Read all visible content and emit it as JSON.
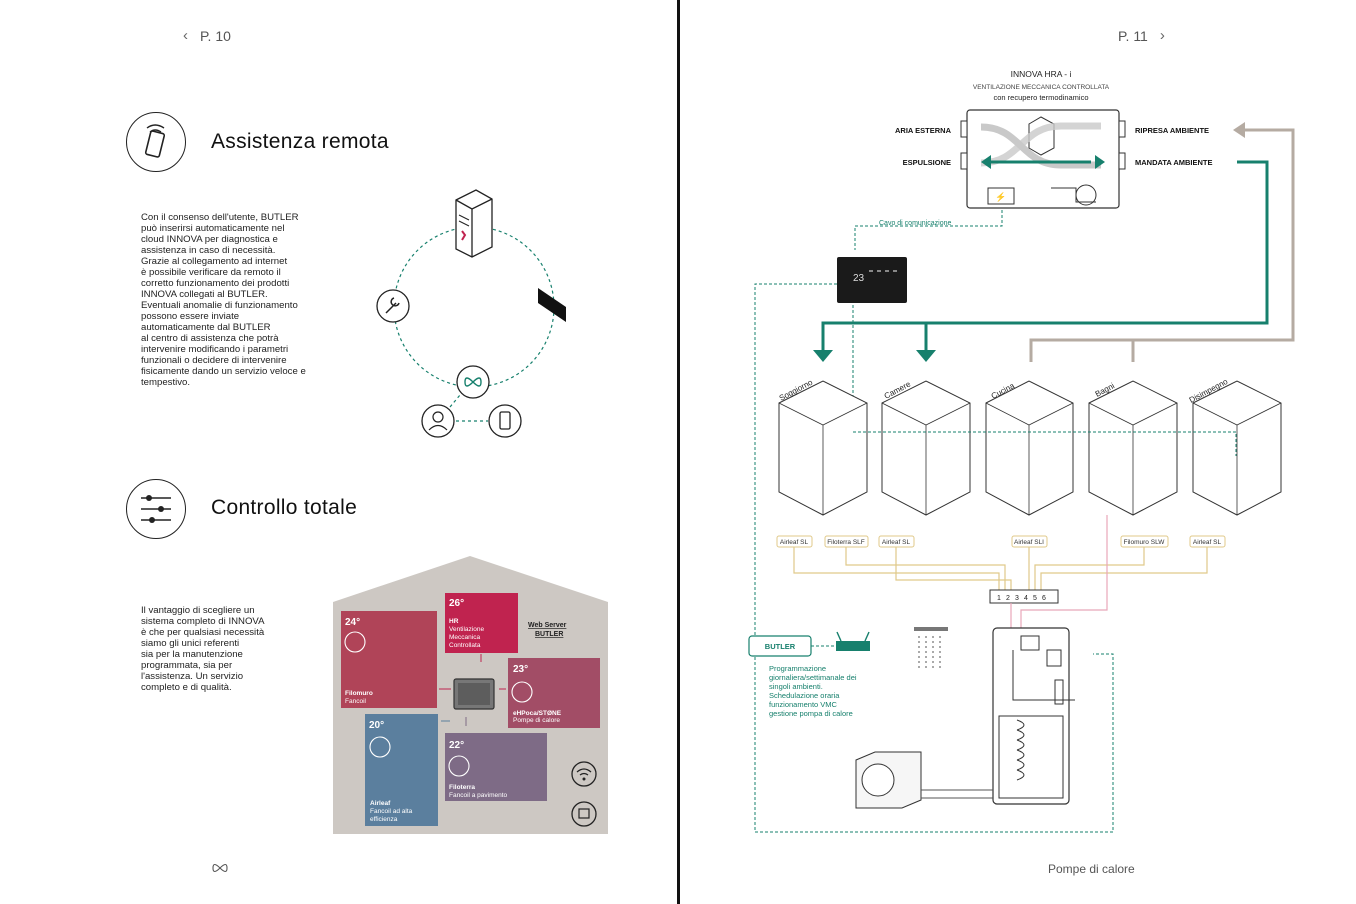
{
  "left": {
    "nav": {
      "prev_icon": "chevron-left-icon",
      "page_label": "P. 10"
    },
    "sections": [
      {
        "title": "Assistenza remota",
        "icon": "phone-signal-icon",
        "body": "Con il consenso dell'utente, BUTLER\npuò inserirsi automaticamente nel\ncloud INNOVA per diagnostica e\nassistenza in caso di necessità.\nGrazie al collegamento ad internet\nè possibile verificare da remoto il\ncorretto funzionamento dei prodotti\nINNOVA collegati al BUTLER.\nEventuali anomalie di funzionamento\npossono essere inviate\nautomaticamente dal BUTLER\nal centro di assistenza che potrà\nintervenire modificando i parametri\nfunzionali o decidere di intervenire\nfisicamente dando un servizio veloce e\ntempestivo."
      },
      {
        "title": "Controllo totale",
        "icon": "sliders-icon",
        "body": "Il vantaggio di scegliere un\nsistema completo di INNOVA\nè che per qualsiasi necessità\nsiamo gli unici referenti\nsia per la manutenzione\nprogrammata, sia per\nl'assistenza. Un servizio\ncompleto e di qualità."
      }
    ],
    "house": {
      "web_server": [
        "Web Server",
        "BUTLER"
      ],
      "rooms": [
        {
          "temp": "24°",
          "lines": [
            "Filomuro",
            "Fancoil"
          ],
          "color": "#b04458"
        },
        {
          "temp": "26°",
          "lines": [
            "HR",
            "Ventilazione",
            "Meccanica",
            "Controllata"
          ],
          "color": "#c0234f"
        },
        {
          "temp": "23°",
          "lines": [
            "eHPoca/STØNE",
            "Pompe di calore"
          ],
          "color": "#a24d66"
        },
        {
          "temp": "20°",
          "lines": [
            "Airleaf",
            "Fancoil ad alta",
            "efficienza"
          ],
          "color": "#5b7f9e"
        },
        {
          "temp": "22°",
          "lines": [
            "Filoterra",
            "Fancoil a pavimento"
          ],
          "color": "#7e6b86"
        }
      ]
    },
    "footer_icon": "butterfly-logo-icon"
  },
  "right": {
    "nav": {
      "page_label": "P. 11",
      "next_icon": "chevron-right-icon"
    },
    "unit": {
      "title": "INNOVA HRA - i",
      "subtitle1": "VENTILAZIONE MECCANICA CONTROLLATA",
      "subtitle2": "con recupero termodinamico"
    },
    "air_labels": {
      "aria_esterna": "ARIA ESTERNA",
      "espulsione": "ESPULSIONE",
      "ripresa": "RIPRESA AMBIENTE",
      "mandata": "MANDATA AMBIENTE"
    },
    "cable_label": "Cavo di comunicazione",
    "controller_display": "23",
    "rooms": [
      "Soggiorno",
      "Camere",
      "Cucina",
      "Bagni",
      "Disimpegno"
    ],
    "products": [
      "Airleaf SL",
      "Filoterra SLF",
      "Airleaf SL",
      "Airleaf SLI",
      "Filomuro SLW",
      "Airleaf SL"
    ],
    "terminals": [
      "1",
      "2",
      "3",
      "4",
      "5",
      "6"
    ],
    "butler": {
      "label": "BUTLER",
      "description": "Programmazione\ngiornaliera/settimanale dei\nsingoli ambienti.\nSchedulazione oraria\nfunzionamento VMC\ngestione pompa di calore"
    },
    "footer": "Pompe di calore"
  },
  "colors": {
    "teal": "#17806d",
    "taupe": "#b5aba2",
    "yellow": "#e0c98a",
    "pink": "#e8a6b9",
    "crimson": "#c0234f",
    "house_bg": "#cdc8c3"
  }
}
